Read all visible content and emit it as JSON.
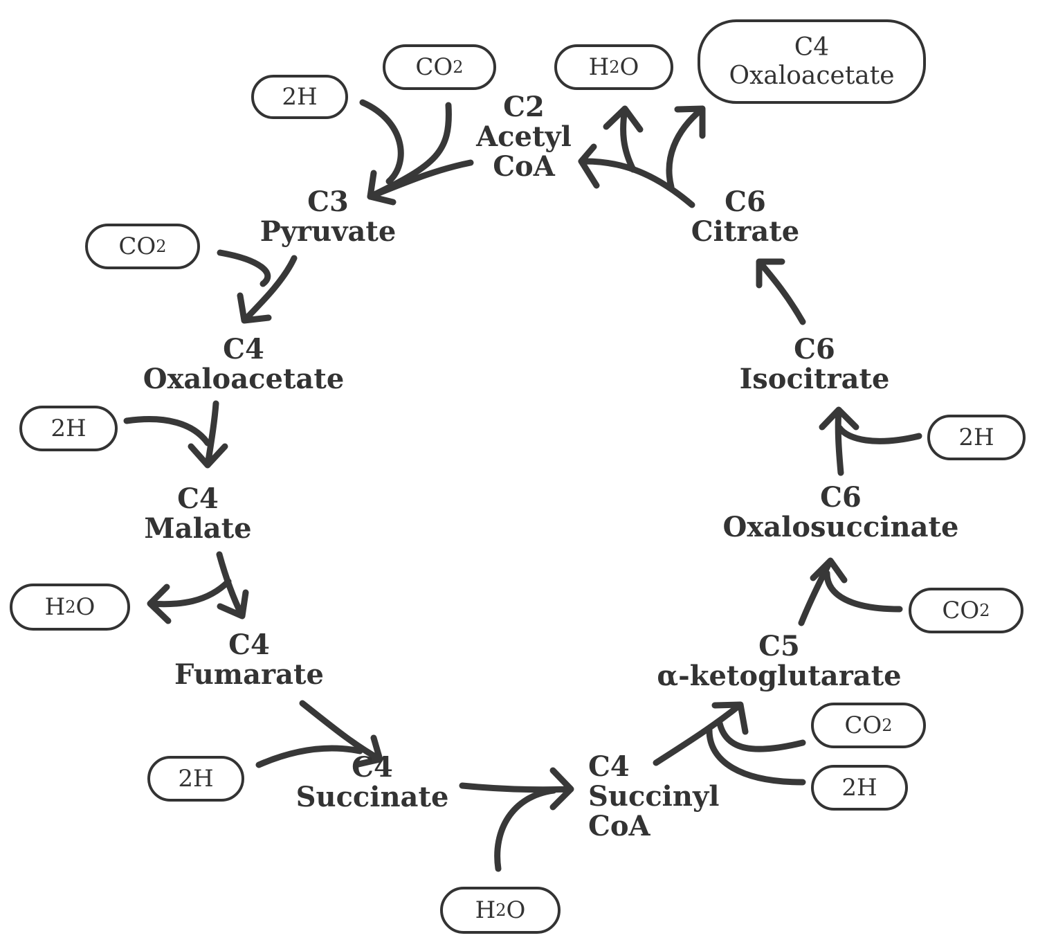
{
  "nodes": {
    "acetyl_coa": {
      "carbons": "C2",
      "name_1": "Acetyl",
      "name_2": "CoA"
    },
    "pyruvate": {
      "carbons": "C3",
      "name": "Pyruvate"
    },
    "oxaloacetate": {
      "carbons": "C4",
      "name": "Oxaloacetate"
    },
    "malate": {
      "carbons": "C4",
      "name": "Malate"
    },
    "fumarate": {
      "carbons": "C4",
      "name": "Fumarate"
    },
    "succinate": {
      "carbons": "C4",
      "name": "Succinate"
    },
    "succinyl_coa": {
      "carbons": "C4",
      "name_1": "Succinyl",
      "name_2": "CoA"
    },
    "ketoglutarate": {
      "carbons": "C5",
      "name": "α-ketoglutarate"
    },
    "oxalosuccinate": {
      "carbons": "C6",
      "name": "Oxalosuccinate"
    },
    "isocitrate": {
      "carbons": "C6",
      "name": "Isocitrate"
    },
    "citrate": {
      "carbons": "C6",
      "name": "Citrate"
    }
  },
  "molecules": {
    "two_h": "2H",
    "co2_main": "CO",
    "co2_sub": "2",
    "h2o_pre": "H",
    "h2o_sub": "2",
    "h2o_post": "O"
  },
  "product_oxaloacetate": {
    "carbons": "C4",
    "name": "Oxaloacetate"
  },
  "colors": {
    "stroke": "#383838",
    "text": "#333333",
    "background": "#ffffff"
  }
}
